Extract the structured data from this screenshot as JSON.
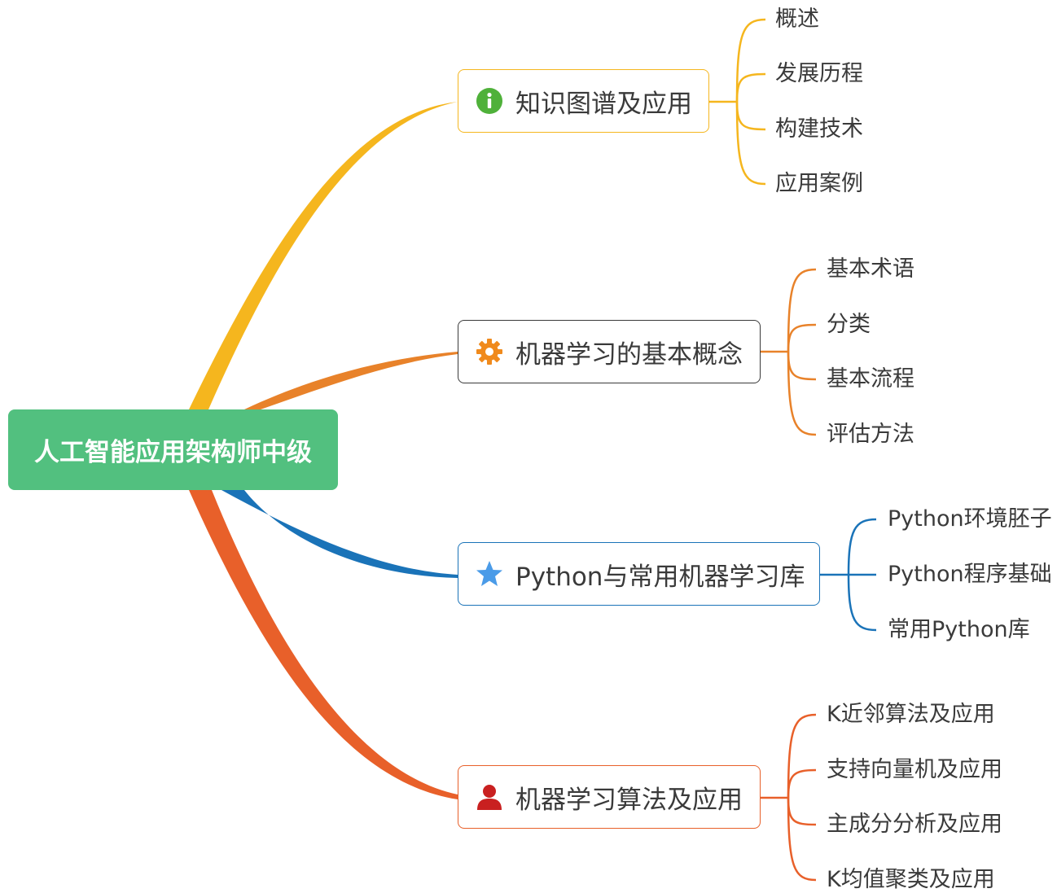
{
  "root": {
    "label": "人工智能应用架构师中级",
    "color": "#52c07f"
  },
  "branches": [
    {
      "label": "知识图谱及应用",
      "icon": "info-icon",
      "color": "#f5b61e",
      "children": [
        "概述",
        "发展历程",
        "构建技术",
        "应用案例"
      ]
    },
    {
      "label": "机器学习的基本概念",
      "icon": "gear-icon",
      "color": "#e8822a",
      "children": [
        "基本术语",
        "分类",
        "基本流程",
        "评估方法"
      ]
    },
    {
      "label": "Python与常用机器学习库",
      "icon": "star-icon",
      "color": "#1a73b8",
      "children": [
        "Python环境胚子",
        "Python程序基础",
        "常用Python库"
      ]
    },
    {
      "label": "机器学习算法及应用",
      "icon": "person-icon",
      "color": "#e8602a",
      "children": [
        "K近邻算法及应用",
        "支持向量机及应用",
        "主成分分析及应用",
        "K均值聚类及应用"
      ]
    }
  ]
}
